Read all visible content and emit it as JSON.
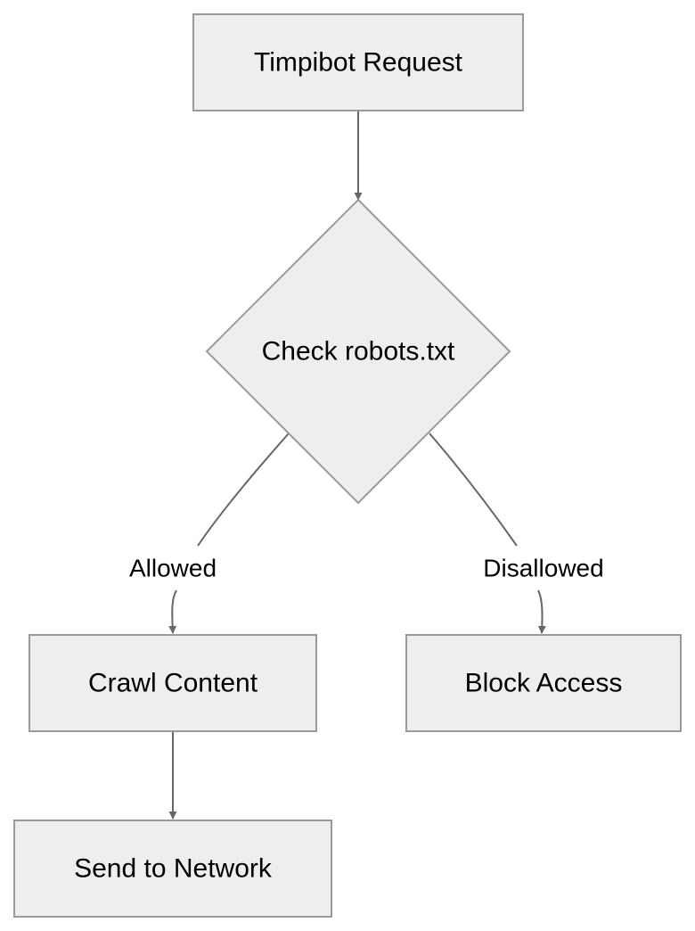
{
  "diagram": {
    "nodes": {
      "request": {
        "label": "Timpibot Request"
      },
      "check": {
        "label": "Check robots.txt"
      },
      "crawl": {
        "label": "Crawl Content"
      },
      "block": {
        "label": "Block Access"
      },
      "send": {
        "label": "Send to Network"
      }
    },
    "edges": {
      "allowed": {
        "label": "Allowed"
      },
      "disallowed": {
        "label": "Disallowed"
      }
    },
    "colors": {
      "node_fill": "#eeeeee",
      "node_stroke": "#999999",
      "edge_stroke": "#666666",
      "text": "#000000"
    }
  }
}
